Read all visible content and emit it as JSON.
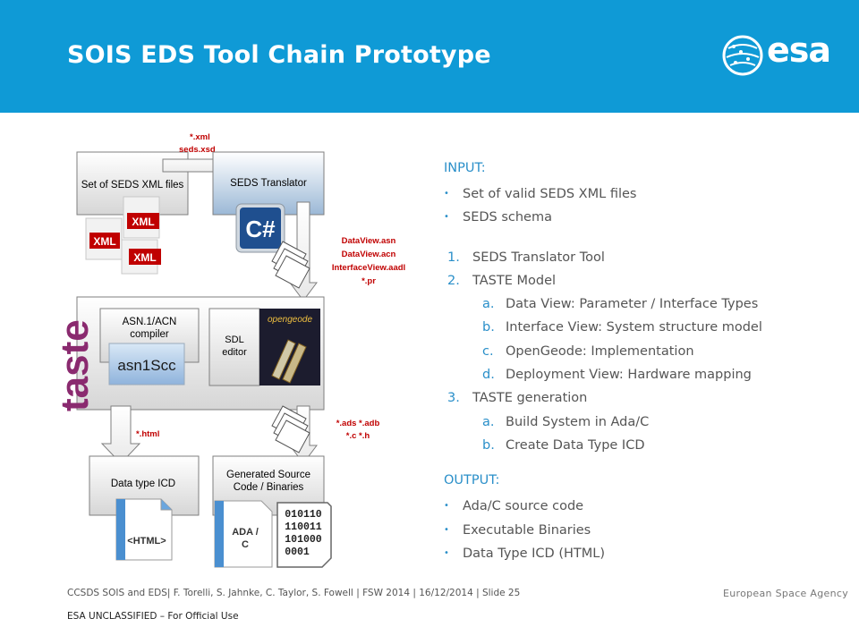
{
  "slide": {
    "title": "SOIS EDS Tool Chain Prototype",
    "logo_text": "esa",
    "agency_name": "European Space Agency",
    "footer_citation": "CCSDS SOIS and EDS| F. Torelli, S. Jahnke, C. Taylor, S. Fowell | FSW 2014 | 16/12/2014 | Slide  25",
    "classification": "ESA UNCLASSIFIED – For Official Use"
  },
  "colors": {
    "header_bg": "#0f9ad6",
    "accent": "#2a8fc9",
    "annotation_red": "#c00000"
  },
  "diagram": {
    "seds_files_label": "Set of SEDS XML files",
    "xml_badge": "XML",
    "translator_label": "SEDS Translator",
    "csharp_label": "C#",
    "input_files": [
      "*.xml",
      "seds.xsd"
    ],
    "translator_outputs": [
      "DataView.asn",
      "DataView.acn",
      "InterfaceView.aadl",
      "*.pr"
    ],
    "taste_logo": "taste",
    "compiler_label_1": "ASN.1/ACN",
    "compiler_label_2": "compiler",
    "asn1scc_label": "asn1Scc",
    "sdl_label_1": "SDL",
    "sdl_label_2": "editor",
    "opengeode_label": "opengeode",
    "html_output": "*.html",
    "code_outputs": [
      "*.ads *.adb",
      "*.c *.h"
    ],
    "icd_label": "Data type ICD",
    "generated_label_1": "Generated Source",
    "generated_label_2": "Code / Binaries",
    "html_file_label": "<HTML>",
    "ada_file_label_1": "ADA /",
    "ada_file_label_2": "C",
    "binary_lines": [
      "010110",
      "110011",
      "101000",
      "0001"
    ]
  },
  "content": {
    "input_heading": "INPUT:",
    "inputs": [
      "Set of valid SEDS XML files",
      "SEDS schema"
    ],
    "steps": [
      {
        "number": "1.",
        "text": "SEDS Translator Tool",
        "sub": []
      },
      {
        "number": "2.",
        "text": "TASTE Model",
        "sub": [
          {
            "letter": "a.",
            "text": "Data View: Parameter / Interface Types"
          },
          {
            "letter": "b.",
            "text": "Interface View: System structure model"
          },
          {
            "letter": "c.",
            "text": "OpenGeode: Implementation"
          },
          {
            "letter": "d.",
            "text": "Deployment View: Hardware mapping"
          }
        ]
      },
      {
        "number": "3.",
        "text": "TASTE generation",
        "sub": [
          {
            "letter": "a.",
            "text": "Build System in Ada/C"
          },
          {
            "letter": "b.",
            "text": "Create Data Type ICD"
          }
        ]
      }
    ],
    "output_heading": "OUTPUT:",
    "outputs": [
      "Ada/C source code",
      "Executable Binaries",
      "Data Type ICD (HTML)"
    ]
  }
}
